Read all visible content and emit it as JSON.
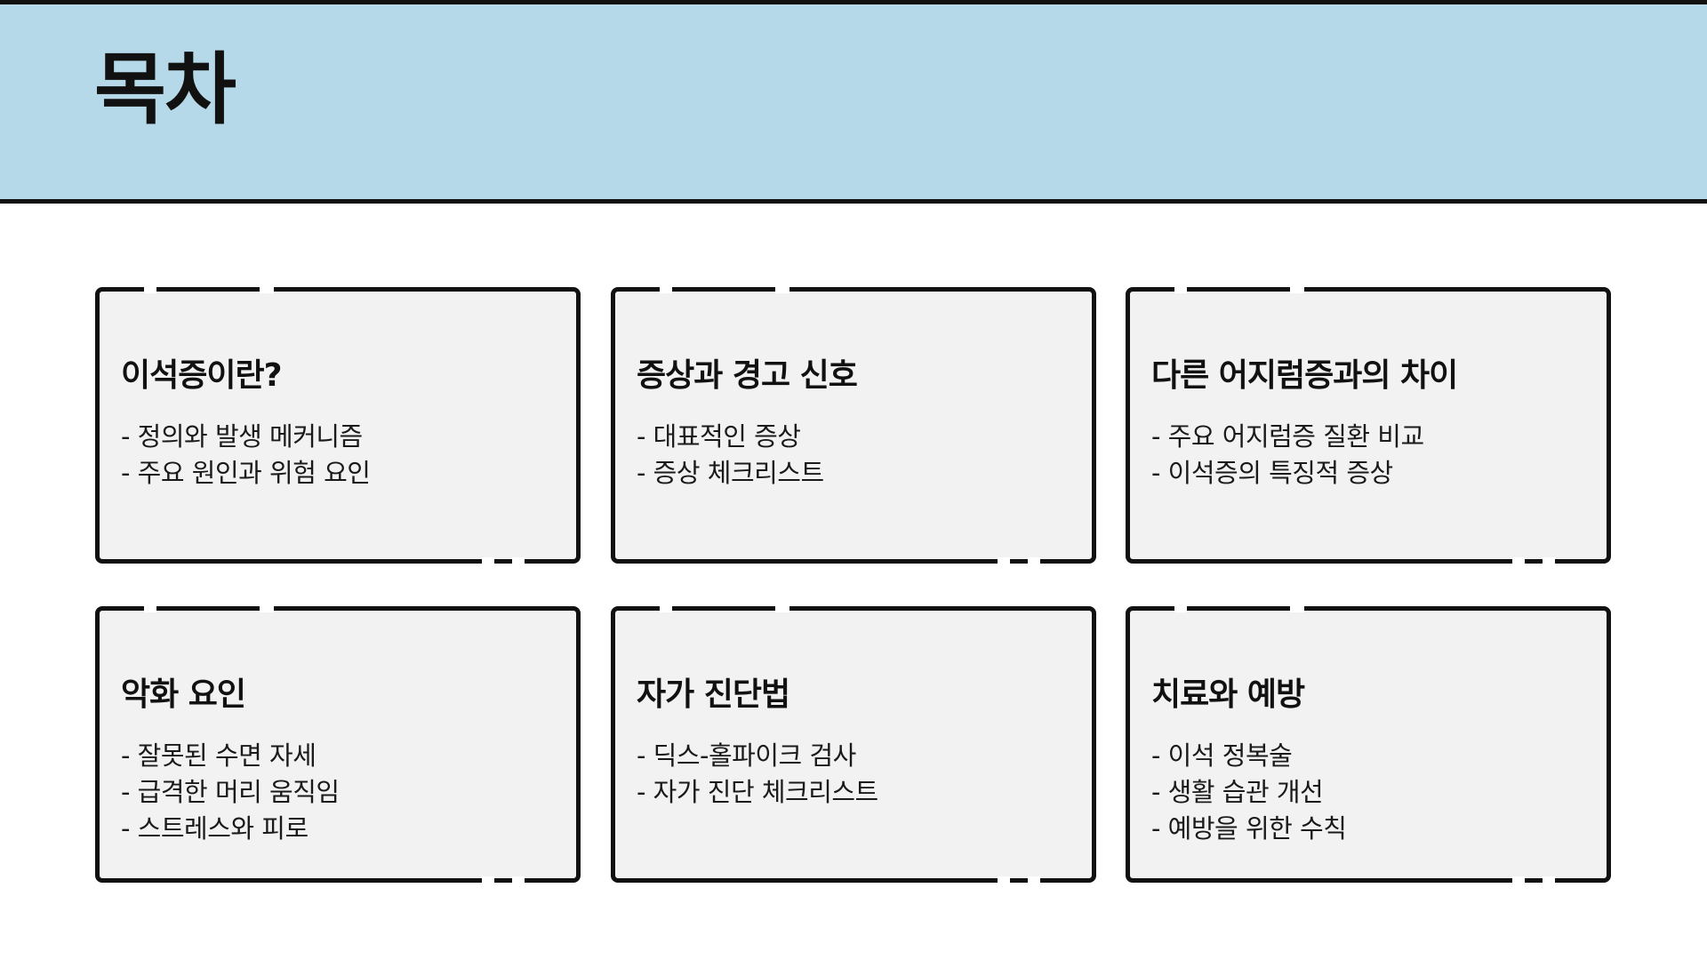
{
  "slide": {
    "title": "목차"
  },
  "cards": [
    {
      "title": "이석증이란?",
      "items": [
        "- 정의와 발생 메커니즘",
        "- 주요 원인과 위험 요인"
      ]
    },
    {
      "title": "증상과 경고 신호",
      "items": [
        "- 대표적인 증상",
        "- 증상 체크리스트"
      ]
    },
    {
      "title": "다른 어지럼증과의 차이",
      "items": [
        "- 주요 어지럼증 질환 비교",
        "- 이석증의 특징적 증상"
      ]
    },
    {
      "title": "악화 요인",
      "items": [
        "- 잘못된 수면 자세",
        "- 급격한 머리 움직임",
        "- 스트레스와 피로"
      ]
    },
    {
      "title": "자가 진단법",
      "items": [
        "- 딕스-홀파이크 검사",
        "- 자가 진단 체크리스트"
      ]
    },
    {
      "title": "치료와 예방",
      "items": [
        "- 이석 정복술",
        "- 생활 습관 개선",
        "- 예방을 위한 수칙"
      ]
    }
  ],
  "colors": {
    "header_background": "#b6d9e9",
    "card_background": "#f2f2f2",
    "border": "#111111"
  }
}
